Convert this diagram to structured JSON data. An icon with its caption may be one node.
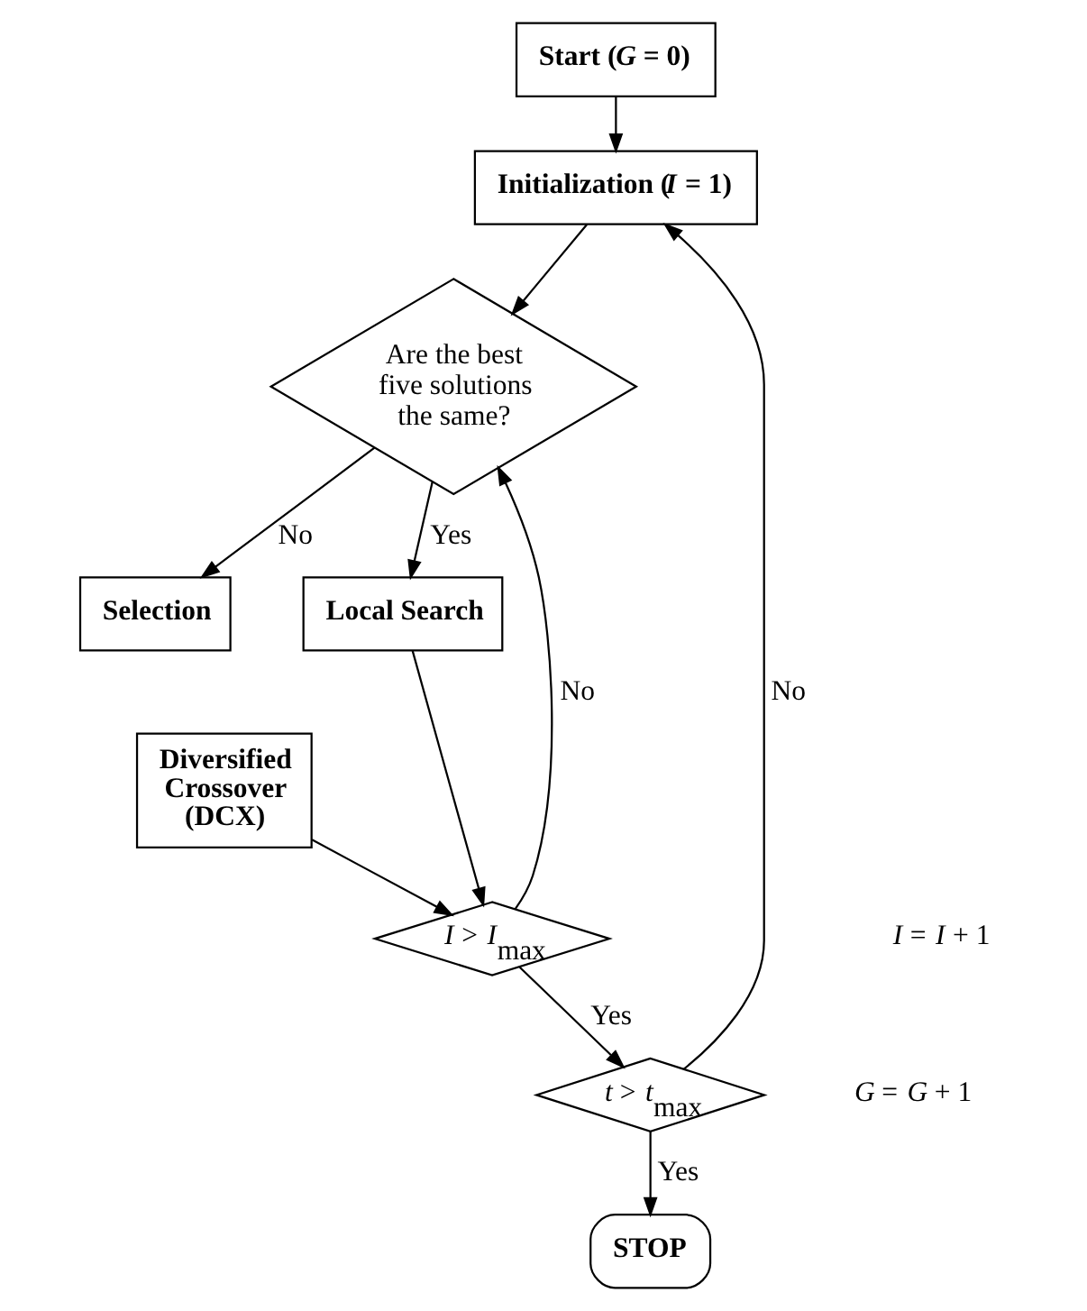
{
  "diagram": {
    "nodes": [
      {
        "text": [
          "Start (*G* = 0)"
        ]
      },
      {
        "text": [
          "Initialization (*I* = 1)"
        ]
      },
      {
        "text": [
          "Are the best five solutions the same?"
        ]
      },
      {
        "text": [
          "Selection"
        ]
      },
      {
        "text": [
          "Local Search"
        ]
      },
      {
        "text": [
          "Diversified Crossover (DCX)"
        ]
      },
      {
        "text": [
          "*I* > *I*$_{max}$"
        ]
      },
      {
        "text": [
          "*t* > *t*$_{max}$"
        ]
      },
      {
        "text": [
          "STOP"
        ]
      }
    ],
    "edges": [
      {
        "from": 0,
        "to": 1,
        "arrow": "to"
      },
      {
        "from": 1,
        "to": 2,
        "arrow": "to"
      },
      {
        "from": 2,
        "to": 3,
        "arrow": "to",
        "label": "No"
      },
      {
        "from": 2,
        "to": 4,
        "arrow": "to",
        "label": "Yes"
      },
      {
        "from": 4,
        "to": 6,
        "arrow": "to"
      },
      {
        "from": 5,
        "to": 6,
        "arrow": "to"
      },
      {
        "from": 6,
        "to": 2,
        "arrow": "to",
        "label": "No"
      },
      {
        "from": 6,
        "to": 7,
        "arrow": "to",
        "label": "Yes"
      },
      {
        "from": 7,
        "to": 1,
        "arrow": "to",
        "label": "No"
      },
      {
        "from": 7,
        "to": 8,
        "arrow": "to",
        "label": "Yes"
      }
    ],
    "labels": [
      "*I* = *I* + 1",
      "*G* = *G* + 1"
    ]
  }
}
